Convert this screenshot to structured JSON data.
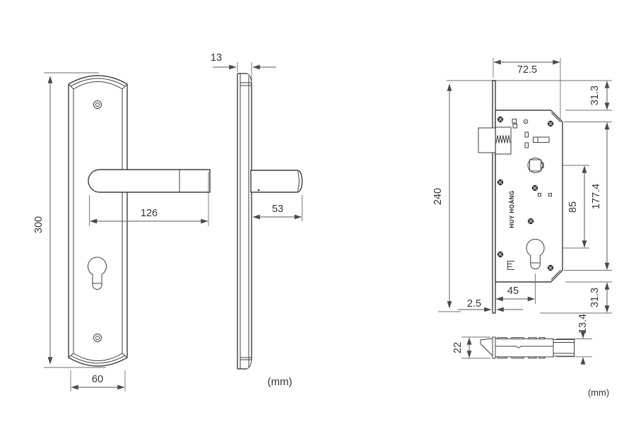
{
  "drawing": {
    "front_view": {
      "overall_height": "300",
      "plate_width": "60",
      "handle_length": "126"
    },
    "side_view": {
      "plate_thickness": "13",
      "handle_projection": "53"
    },
    "lock_body_view": {
      "body_width": "72.5",
      "top_offset": "31.3",
      "faceplate_height": "240",
      "body_height": "177.4",
      "spindle_to_cylinder": "85",
      "backset": "45",
      "faceplate_thickness": "2.5",
      "bottom_offset": "31.3",
      "brand_stamp": "HUY HOÀNG"
    },
    "latch_top_view": {
      "faceplate_width": "22",
      "latch_thickness": "13.4"
    },
    "units_left": "(mm)",
    "units_right": "(mm)"
  },
  "colors": {
    "background": "#ffffff",
    "object_line": "#3d3d3d",
    "dimension_line": "#575757",
    "text": "#333333"
  }
}
